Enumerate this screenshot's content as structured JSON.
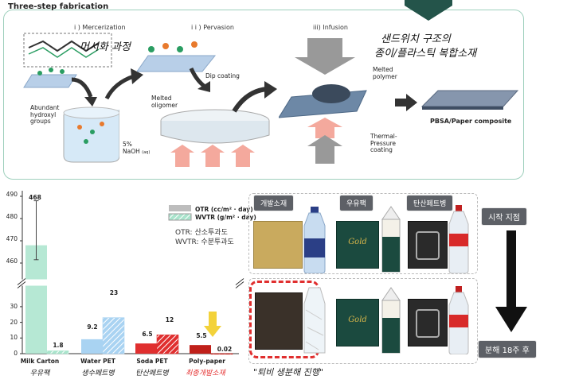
{
  "top": {
    "title": "Three-step fabrication",
    "step1": "i ) Mercerization",
    "step2": "i i ) Pervasion",
    "step3": "iii) Infusion",
    "korean_mercerize": "머서화 과정",
    "korean_sandwich_1": "샌드위치 구조의",
    "korean_sandwich_2": "종이/플라스틱 복합소재",
    "abundant": "Abundant",
    "hydroxyl": "hydroxyl",
    "groups": "groups",
    "naoh_pct": "5%",
    "naoh": "NaOH",
    "naoh_sub": "(aq)",
    "dip": "Dip coating",
    "melted_olig_1": "Melted",
    "melted_olig_2": "oligomer",
    "melted_poly_1": "Melted",
    "melted_poly_2": "polymer",
    "thermal_1": "Thermal-",
    "thermal_2": "Pressure",
    "thermal_3": "coating",
    "composite": "PBSA/Paper composite"
  },
  "chart_data": {
    "type": "bar",
    "categories": [
      "Milk Carton",
      "Water PET",
      "Soda PET",
      "Poly-paper"
    ],
    "categories_kr": [
      "우유팩",
      "생수페트병",
      "탄산페트병",
      "최종개발소재"
    ],
    "series": [
      {
        "name": "OTR (cc/m² · day)",
        "values": [
          468,
          9.2,
          6.5,
          5.5
        ],
        "colors": [
          "#a9e4cc",
          "#a9d3f2",
          "#e02f2f",
          "#c0201a"
        ]
      },
      {
        "name": "WVTR (g/m² · day)",
        "values": [
          1.8,
          23,
          12,
          0.02
        ],
        "colors": [
          "#a9e4cc",
          "#a9d3f2",
          "#e02f2f",
          "#c0201a"
        ]
      }
    ],
    "value_labels": [
      [
        "468",
        "1.8"
      ],
      [
        "9.2",
        "23"
      ],
      [
        "6.5",
        "12"
      ],
      [
        "5.5",
        "0.02"
      ]
    ],
    "y_upper_ticks": [
      "490",
      "480",
      "470",
      "460"
    ],
    "y_lower_ticks": [
      "30",
      "20",
      "10",
      "0"
    ],
    "legend_note_1": "OTR: 산소투과도",
    "legend_note_2": "WVTR: 수분투과도",
    "highlight_color": "#e53030"
  },
  "right": {
    "label_dev": "개발소재",
    "label_milk": "우유팩",
    "label_soda": "탄산페트병",
    "label_start": "시작 지점",
    "label_after": "분해 18주 후",
    "caption": "\"퇴비 생분해 진행\"",
    "gold_text": "Gold"
  }
}
